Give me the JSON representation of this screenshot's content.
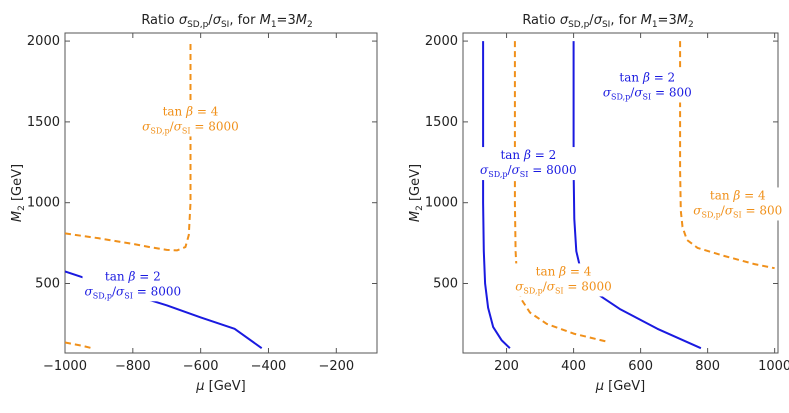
{
  "chart_data": [
    {
      "type": "line",
      "title": "Ratio σSD,p/σSI, for M1=3M2",
      "title_parts": {
        "prefix": "Ratio ",
        "sym1": "σ",
        "sub1": "SD,p",
        "slash": "/",
        "sym2": "σ",
        "sub2": "SI",
        "suffix": ", for ",
        "m1": "M",
        "m1sub": "1",
        "eq": "=3",
        "m2": "M",
        "m2sub": "2"
      },
      "xlabel": "μ [GeV]",
      "ylabel": "M2 [GeV]",
      "xlim": [
        -1000,
        -80
      ],
      "ylim": [
        70,
        2050
      ],
      "xticks": [
        -1000,
        -800,
        -600,
        -400,
        -200
      ],
      "xtick_labels": [
        "−1000",
        "−800",
        "−600",
        "−400",
        "−200"
      ],
      "yticks": [
        500,
        1000,
        1500,
        2000
      ],
      "ytick_labels": [
        "500",
        "1000",
        "1500",
        "2000"
      ],
      "grid": false,
      "colors": {
        "blue": "#1a1ae0",
        "orange": "#f0901a"
      },
      "series": [
        {
          "color": "orange",
          "dashed": true,
          "x": [
            -1000,
            -900,
            -800,
            -750,
            -700,
            -670,
            -645,
            -635,
            -630,
            -630,
            -630
          ],
          "y": [
            810,
            780,
            745,
            725,
            708,
            705,
            725,
            800,
            1000,
            1500,
            2000
          ]
        },
        {
          "color": "orange",
          "dashed": true,
          "x": [
            -1000,
            -950,
            -920
          ],
          "y": [
            135,
            115,
            100
          ]
        },
        {
          "color": "blue",
          "dashed": false,
          "x": [
            -1000,
            -900,
            -800,
            -700,
            -600,
            -500,
            -420
          ],
          "y": [
            575,
            505,
            430,
            365,
            290,
            220,
            100
          ]
        }
      ],
      "annotations": [
        {
          "color": "orange",
          "line1": "tan β = 4",
          "line2": "8000",
          "x": -630,
          "y": 1540
        },
        {
          "color": "blue",
          "line1": "tan β = 2",
          "line2": "8000",
          "x": -800,
          "y": 520
        }
      ]
    },
    {
      "type": "line",
      "title": "Ratio σSD,p/σSI, for M1=3M2",
      "title_parts": {
        "prefix": "Ratio ",
        "sym1": "σ",
        "sub1": "SD,p",
        "slash": "/",
        "sym2": "σ",
        "sub2": "SI",
        "suffix": ", for ",
        "m1": "M",
        "m1sub": "1",
        "eq": "=3",
        "m2": "M",
        "m2sub": "2"
      },
      "xlabel": "μ [GeV]",
      "ylabel": "M2 [GeV]",
      "xlim": [
        70,
        1010
      ],
      "ylim": [
        70,
        2050
      ],
      "xticks": [
        200,
        400,
        600,
        800,
        1000
      ],
      "xtick_labels": [
        "200",
        "400",
        "600",
        "800",
        "1000"
      ],
      "yticks": [
        500,
        1000,
        1500,
        2000
      ],
      "ytick_labels": [
        "500",
        "1000",
        "1500",
        "2000"
      ],
      "grid": false,
      "colors": {
        "blue": "#1a1ae0",
        "orange": "#f0901a"
      },
      "series": [
        {
          "color": "blue",
          "dashed": false,
          "x": [
            130,
            130,
            132,
            136,
            145,
            160,
            185,
            210
          ],
          "y": [
            2000,
            1000,
            700,
            500,
            350,
            230,
            150,
            100
          ]
        },
        {
          "color": "orange",
          "dashed": true,
          "x": [
            225,
            225,
            227,
            232,
            245,
            270,
            320,
            400,
            500
          ],
          "y": [
            2000,
            1000,
            700,
            500,
            400,
            320,
            250,
            190,
            140
          ]
        },
        {
          "color": "blue",
          "dashed": false,
          "x": [
            400,
            400,
            402,
            408,
            425,
            460,
            540,
            650,
            780
          ],
          "y": [
            2000,
            1200,
            900,
            700,
            550,
            450,
            340,
            220,
            100
          ]
        },
        {
          "color": "orange",
          "dashed": true,
          "x": [
            718,
            718,
            720,
            725,
            738,
            770,
            850,
            940,
            1000
          ],
          "y": [
            2000,
            1200,
            950,
            850,
            770,
            720,
            670,
            620,
            595
          ]
        }
      ],
      "annotations": [
        {
          "color": "blue",
          "line1": "tan β = 2",
          "line2": "800",
          "x": 620,
          "y": 1750
        },
        {
          "color": "blue",
          "line1": "tan β = 2",
          "line2": "8000",
          "x": 265,
          "y": 1270
        },
        {
          "color": "orange",
          "line1": "tan β = 4",
          "line2": "800",
          "x": 890,
          "y": 1020
        },
        {
          "color": "orange",
          "line1": "tan β = 4",
          "line2": "8000",
          "x": 370,
          "y": 550
        }
      ]
    }
  ]
}
